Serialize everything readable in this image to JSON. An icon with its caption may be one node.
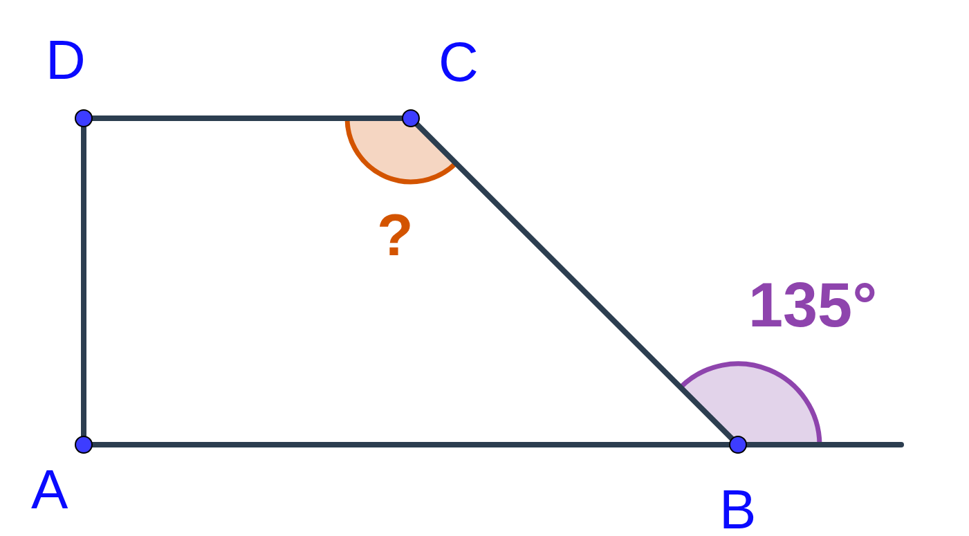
{
  "diagram": {
    "nodes": [
      {
        "text": [
          "D"
        ]
      },
      {
        "text": [
          "C"
        ]
      },
      {
        "text": [
          "A"
        ]
      },
      {
        "text": [
          "B"
        ]
      }
    ],
    "edges": [
      {
        "from": 0,
        "to": 1,
        "arrow": "none"
      },
      {
        "from": 1,
        "to": 3,
        "arrow": "none"
      },
      {
        "from": 2,
        "to": 3,
        "arrow": "none"
      },
      {
        "from": 2,
        "to": 0,
        "arrow": "none"
      },
      {
        "from": 3,
        "to": null,
        "arrow": "none"
      }
    ],
    "labels": [
      "?",
      "135°"
    ]
  }
}
